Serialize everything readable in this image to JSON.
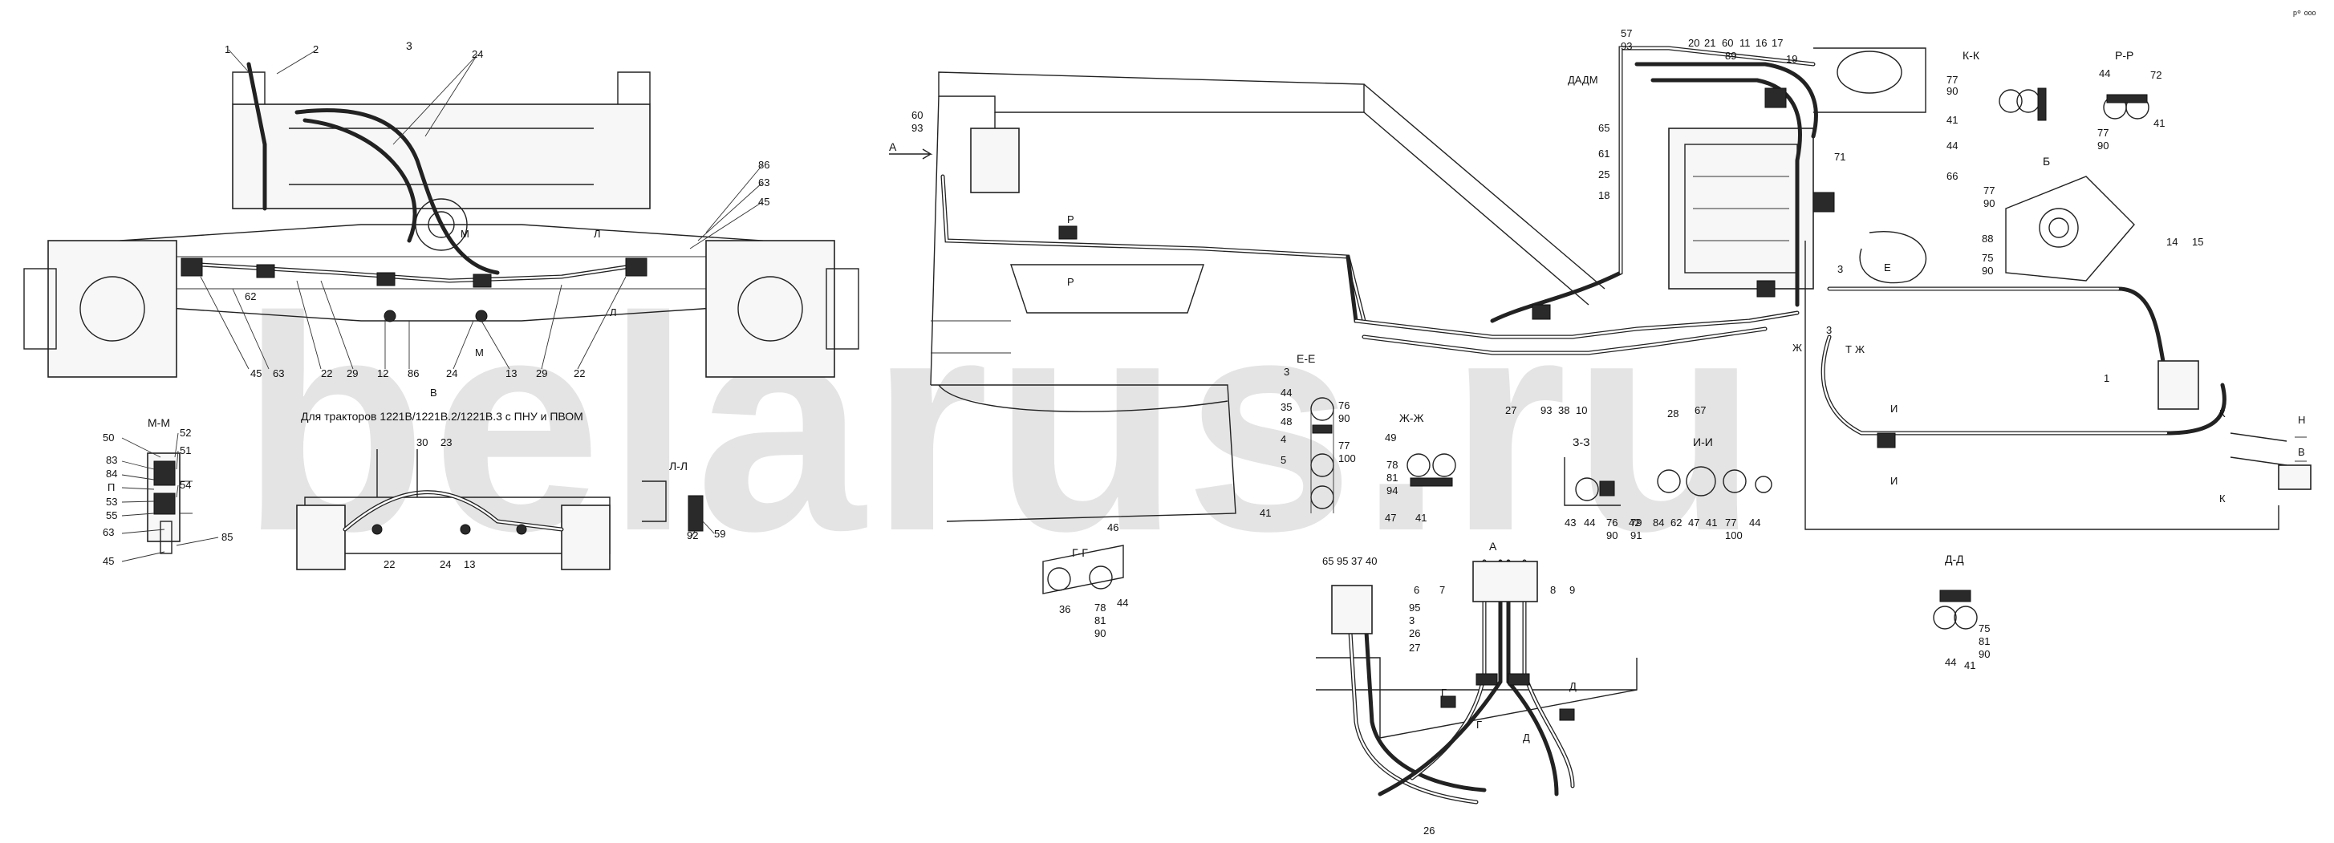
{
  "watermark": "belarus.ru",
  "caption": "Для тракторов 1221В/1221В.2/1221В.3 с ПНУ и ПВОМ",
  "top_right_mark": "ᵖ° ᵒᵒᵒ",
  "section_titles": {
    "mm": "М-М",
    "ll": "Л-Л",
    "ee": "Е-Е",
    "zhzh": "Ж-Ж",
    "gg": "Г-Г",
    "zz": "З-З",
    "ii": "И-И",
    "dd": "Д-Д",
    "kk": "К-К",
    "rr": "Р-Р",
    "a": "А",
    "three": "3",
    "b": "Б",
    "dadm": "ДАДМ"
  },
  "left_view_labels": [
    "1",
    "2",
    "24",
    "86",
    "63",
    "45",
    "63",
    "45",
    "62",
    "22",
    "29",
    "12",
    "86",
    "24",
    "13",
    "29",
    "22",
    "М",
    "М",
    "Л",
    "Л",
    "В",
    "30",
    "23",
    "22",
    "24",
    "13"
  ],
  "mm_labels": [
    "50",
    "52",
    "51",
    "83",
    "84",
    "П",
    "53",
    "55",
    "54",
    "63",
    "85",
    "45"
  ],
  "ll_labels": [
    "92",
    "59"
  ],
  "main_labels": {
    "left_cluster": [
      "60",
      "93"
    ],
    "arrow_a": "А",
    "p_marks": [
      "Р",
      "Р"
    ],
    "dadm_cluster": [
      "57",
      "93",
      "65",
      "61",
      "25",
      "18"
    ],
    "top_row": [
      "20",
      "21",
      "60",
      "11",
      "16",
      "89",
      "17",
      "19"
    ],
    "middle": [
      "71",
      "3",
      "Е",
      "3",
      "Ж",
      "Т",
      "Ж",
      "27",
      "93",
      "38",
      "10",
      "28",
      "67",
      "1",
      "И",
      "И",
      "14",
      "15",
      "К",
      "К",
      "Н",
      "В"
    ]
  },
  "ee_labels": [
    "3",
    "44",
    "35",
    "48",
    "76",
    "90",
    "4",
    "77",
    "100",
    "5",
    "41"
  ],
  "zhzh_labels": [
    "49",
    "78",
    "81",
    "94",
    "47",
    "41"
  ],
  "gg_labels": [
    "46",
    "36",
    "78",
    "81",
    "90",
    "44"
  ],
  "zz_labels": [
    "43",
    "44",
    "76",
    "90",
    "42"
  ],
  "ii_labels": [
    "79",
    "91",
    "84",
    "62",
    "47",
    "41",
    "77",
    "100",
    "44"
  ],
  "a_view_labels": [
    "65",
    "95",
    "37",
    "40",
    "6",
    "7",
    "95",
    "8",
    "9",
    "3",
    "26",
    "27",
    "Г",
    "Г",
    "Д",
    "Д",
    "26"
  ],
  "dd_labels": [
    "75",
    "81",
    "90",
    "44",
    "41"
  ],
  "kk_labels": [
    "77",
    "90",
    "41",
    "44",
    "66"
  ],
  "rr_labels": [
    "44",
    "72",
    "41",
    "77",
    "90"
  ],
  "b_labels": [
    "77",
    "90",
    "88",
    "75",
    "90"
  ]
}
